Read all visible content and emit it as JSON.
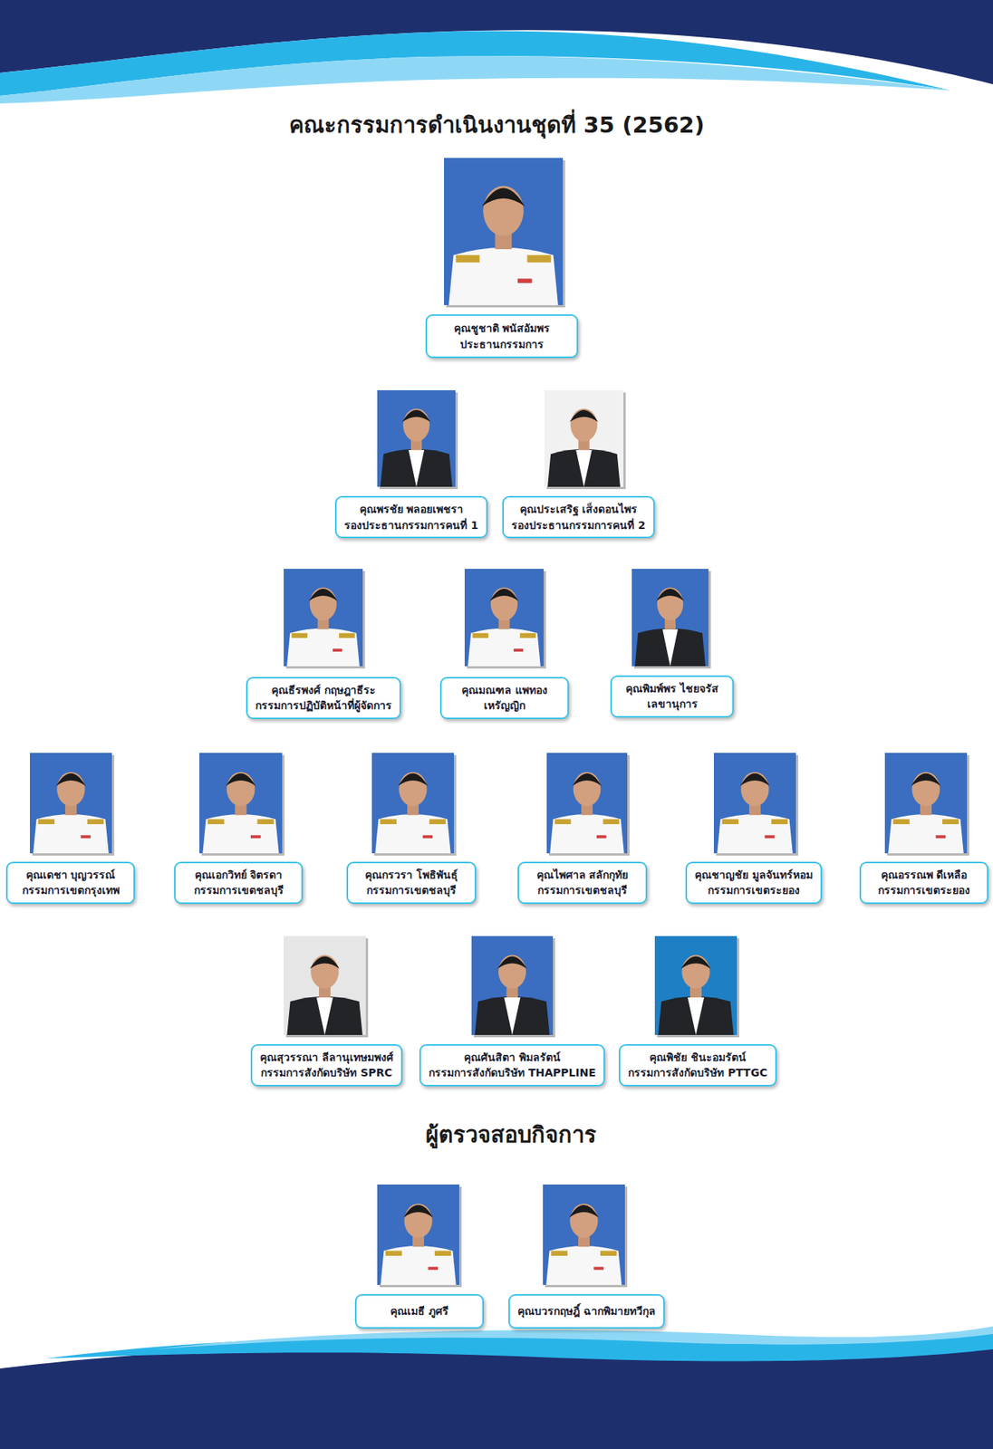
{
  "diagram": {
    "title": "คณะกรรมการดำเนินงานชุดที่ 35 (2562)",
    "nodes": [
      {
        "text": [
          "คุณชูชาติ พนัสอัมพร",
          "ประธานกรรมการ"
        ]
      },
      {
        "text": [
          "คุณพรชัย พลอยเพชรา",
          "รองประธานกรรมการคนที่ 1"
        ]
      },
      {
        "text": [
          "คุณประเสริฐ เส็งดอนไพร",
          "รองประธานกรรมการคนที่ 2"
        ]
      },
      {
        "text": [
          "คุณธีรพงศ์ กฤษฎาธีระ",
          "กรรมการปฏิบัติหน้าที่ผู้จัดการ"
        ]
      },
      {
        "text": [
          "คุณมณฑล แพทอง",
          "เหรัญญิก"
        ]
      },
      {
        "text": [
          "คุณพิมพ์พร ไชยจรัส",
          "เลขานุการ"
        ]
      },
      {
        "text": [
          "คุณเดชา บุญวรรณ์",
          "กรรมการเขตกรุงเทพ"
        ]
      },
      {
        "text": [
          "คุณเอกวิทย์ จิตรดา",
          "กรรมการเขตชลบุรี"
        ]
      },
      {
        "text": [
          "คุณกรวรา โพธิพันธุ์",
          "กรรมการเขตชลบุรี"
        ]
      },
      {
        "text": [
          "คุณไพศาล สลักกุทัย",
          "กรรมการเขตชลบุรี"
        ]
      },
      {
        "text": [
          "คุณชาญชัย มูลจันทร์หอม",
          "กรรมการเขตระยอง"
        ]
      },
      {
        "text": [
          "คุณอรรณพ ดีเหลือ",
          "กรรมการเขตระยอง"
        ]
      },
      {
        "text": [
          "คุณสุวรรณา ลีลานุเทษมพงศ์",
          "กรรมการสังกัดบริษัท SPRC"
        ]
      },
      {
        "text": [
          "คุณศันสิตา พิมลรัตน์",
          "กรรมการสังกัดบริษัท THAPPLINE"
        ]
      },
      {
        "text": [
          "คุณพิชัย ชินะอมรัตน์",
          "กรรมการสังกัดบริษัท PTTGC"
        ]
      },
      {
        "text": [
          "คุณเมธี ภูศรี"
        ]
      },
      {
        "text": [
          "คุณบวรกฤษฎิ์ ฉากพิมายทวีกุล"
        ]
      }
    ],
    "labels": [
      "ผู้ตรวจสอบกิจการ"
    ]
  }
}
